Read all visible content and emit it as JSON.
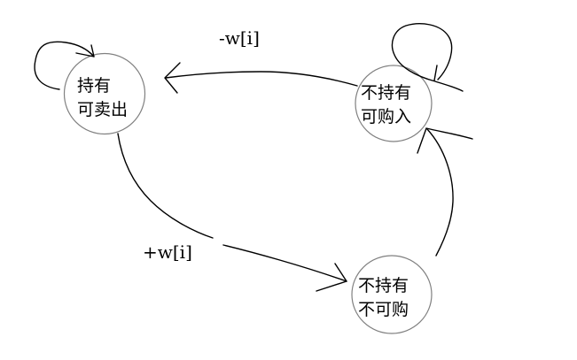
{
  "diagram": {
    "background_color": "#ffffff",
    "ink_color": "#000000",
    "node_outline_color": "#808080",
    "states": [
      {
        "id": "hold",
        "line1": "持有",
        "line2": "可卖出"
      },
      {
        "id": "not-hold-can-buy",
        "line1": "不持有",
        "line2": "可购入"
      },
      {
        "id": "not-hold-no-buy",
        "line1": "不持有",
        "line2": "不可购"
      }
    ],
    "edges": [
      {
        "id": "sell",
        "label": "-w[i]",
        "from": "not-hold-can-buy",
        "to": "hold"
      },
      {
        "id": "buy",
        "label": "+w[i]",
        "from": "hold",
        "to": "not-hold-no-buy"
      },
      {
        "id": "cooldown-end",
        "label": "",
        "from": "not-hold-no-buy",
        "to": "not-hold-can-buy"
      },
      {
        "id": "hold-self-loop",
        "label": "",
        "from": "hold",
        "to": "hold"
      },
      {
        "id": "not-hold-self-loop",
        "label": "",
        "from": "not-hold-can-buy",
        "to": "not-hold-can-buy"
      }
    ]
  }
}
